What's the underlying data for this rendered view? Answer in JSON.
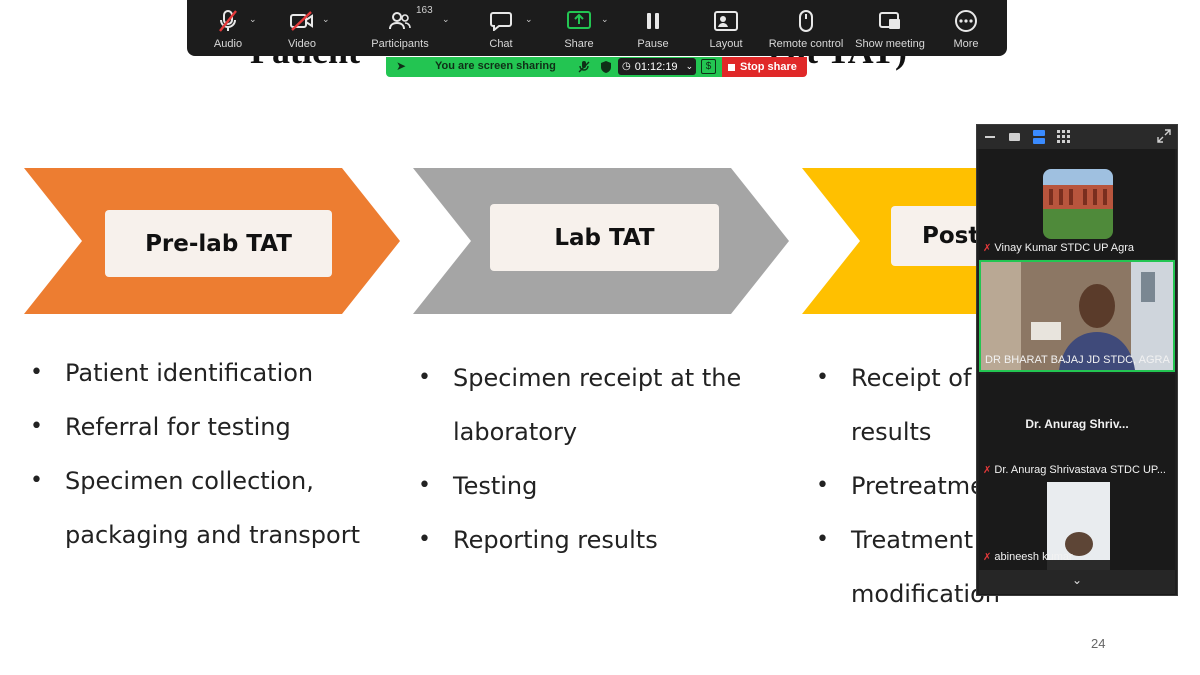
{
  "toolbar": {
    "items": [
      {
        "label": "Audio",
        "icon": "mic-off-icon",
        "caret": true
      },
      {
        "label": "Video",
        "icon": "video-off-icon",
        "caret": true
      },
      {
        "label": "Participants",
        "icon": "participants-icon",
        "caret": true,
        "count": "163"
      },
      {
        "label": "Chat",
        "icon": "chat-icon",
        "caret": true
      },
      {
        "label": "Share",
        "icon": "share-screen-icon",
        "caret": true
      },
      {
        "label": "Pause",
        "icon": "pause-icon"
      },
      {
        "label": "Layout",
        "icon": "layout-icon"
      },
      {
        "label": "Remote control",
        "icon": "remote-control-icon"
      },
      {
        "label": "Show meeting",
        "icon": "show-meeting-icon"
      },
      {
        "label": "More",
        "icon": "more-icon"
      }
    ],
    "share_status": "You are screen sharing",
    "timer": "01:12:19",
    "stop_share": "Stop share",
    "colors": {
      "share_bar": "#23c552",
      "stop_share": "#e02828"
    }
  },
  "slide": {
    "title_left": "Patient",
    "title_right": "ent TAT)",
    "page_number": "24",
    "stages": [
      {
        "label": "Pre-lab TAT",
        "color": "#ed7d31",
        "bullets": [
          "Patient identification",
          "Referral for testing",
          "Specimen collection,",
          "packaging and transport"
        ]
      },
      {
        "label": "Lab TAT",
        "color": "#a5a5a5",
        "bullets": [
          "Specimen receipt at the",
          "laboratory",
          "Testing",
          "Reporting results"
        ]
      },
      {
        "label": "Post",
        "color": "#ffc000",
        "bullets": [
          "Receipt of",
          "results",
          "Pretreatme",
          "Treatment",
          "modification"
        ]
      }
    ]
  },
  "participants_panel": {
    "participants": [
      {
        "name": "Vinay Kumar STDC UP Agra",
        "muted": true
      },
      {
        "name": "DR BHARAT BAJAJ JD STDC, AGRA",
        "muted": false,
        "active_speaker": true
      },
      {
        "name": "Dr. Anurag Shrivastava STDC UP...",
        "short_name": "Dr. Anurag Shriv...",
        "muted": true
      },
      {
        "name": "abineesh kumar",
        "muted": true
      }
    ]
  }
}
